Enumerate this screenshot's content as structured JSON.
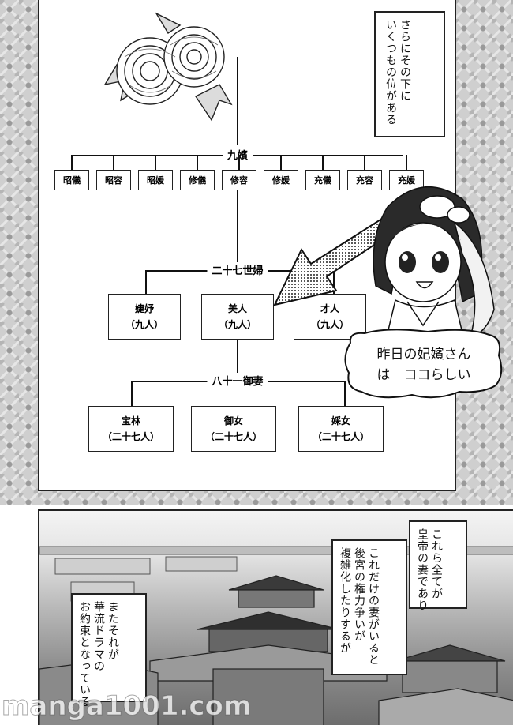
{
  "top_caption": "さらにその下に\nいくつもの位がある",
  "chart": {
    "tier1_label": "九嬪",
    "tier1_ranks": [
      "昭儀",
      "昭容",
      "昭媛",
      "修儀",
      "修容",
      "修媛",
      "充儀",
      "充容",
      "充媛"
    ],
    "tier2_label": "二十七世婦",
    "tier2_ranks": [
      {
        "name": "婕妤",
        "count": "（九人）"
      },
      {
        "name": "美人",
        "count": "（九人）"
      },
      {
        "name": "才人",
        "count": "（九人）"
      }
    ],
    "tier3_label": "八十一御妻",
    "tier3_ranks": [
      {
        "name": "宝林",
        "count": "（二十七人）"
      },
      {
        "name": "御女",
        "count": "（二十七人）"
      },
      {
        "name": "婇女",
        "count": "（二十七人）"
      }
    ]
  },
  "speech_bubble": {
    "line1": "昨日の妃嬪さん",
    "line2": "は　ココらしい"
  },
  "captions": {
    "right": "これら全てが\n皇帝の妻であり",
    "middle": "これだけの妻がいると\n後宮の権力争いが\n複雑化したりするが",
    "left": "またそれが\n華流ドラマの\nお約束となっている"
  },
  "watermark": "manga1001.com"
}
